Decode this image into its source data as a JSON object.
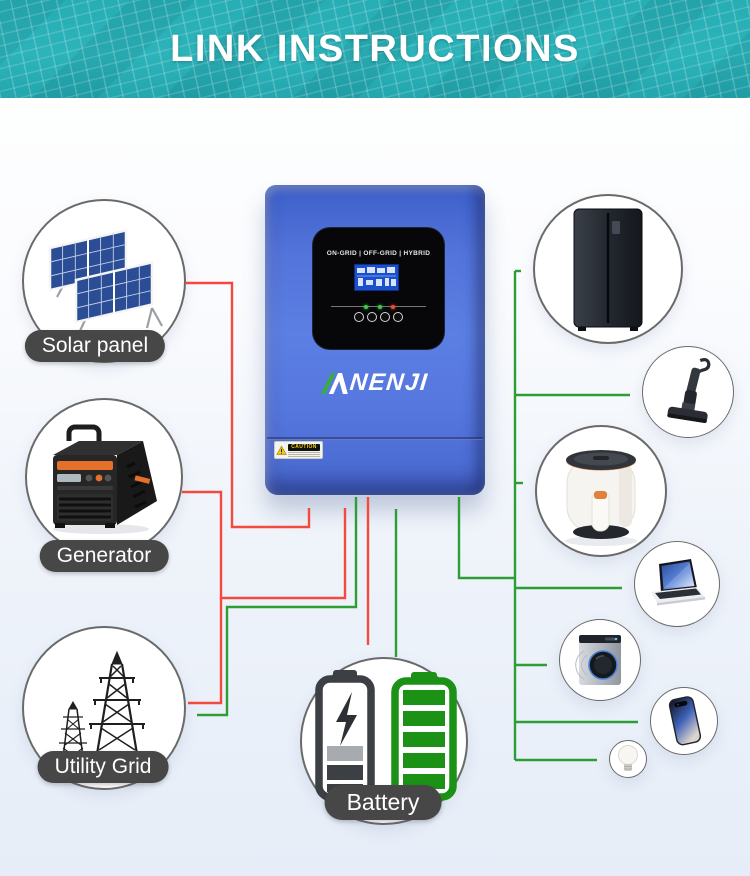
{
  "header": {
    "title": "LINK INSTRUCTIONS",
    "banner_color": "#28afb6"
  },
  "wire_colors": {
    "input_red": "#f24a3e",
    "output_green": "#2f9d36"
  },
  "inverter": {
    "brand": "ANENJI",
    "brand_rest": "NENJI",
    "display_header": "ON-GRID | OFF-GRID | HYBRID",
    "caution": "CAUTION",
    "body_color": "#5374da"
  },
  "nodes": {
    "solar": {
      "label": "Solar panel"
    },
    "generator": {
      "label": "Generator"
    },
    "grid": {
      "label": "Utility Grid"
    },
    "battery": {
      "label": "Battery"
    }
  },
  "appliances": [
    {
      "icon": "refrigerator-icon"
    },
    {
      "icon": "vacuum-cleaner-icon"
    },
    {
      "icon": "air-fryer-icon"
    },
    {
      "icon": "laptop-icon"
    },
    {
      "icon": "washing-machine-icon"
    },
    {
      "icon": "smartphone-icon"
    },
    {
      "icon": "light-bulb-icon"
    }
  ]
}
